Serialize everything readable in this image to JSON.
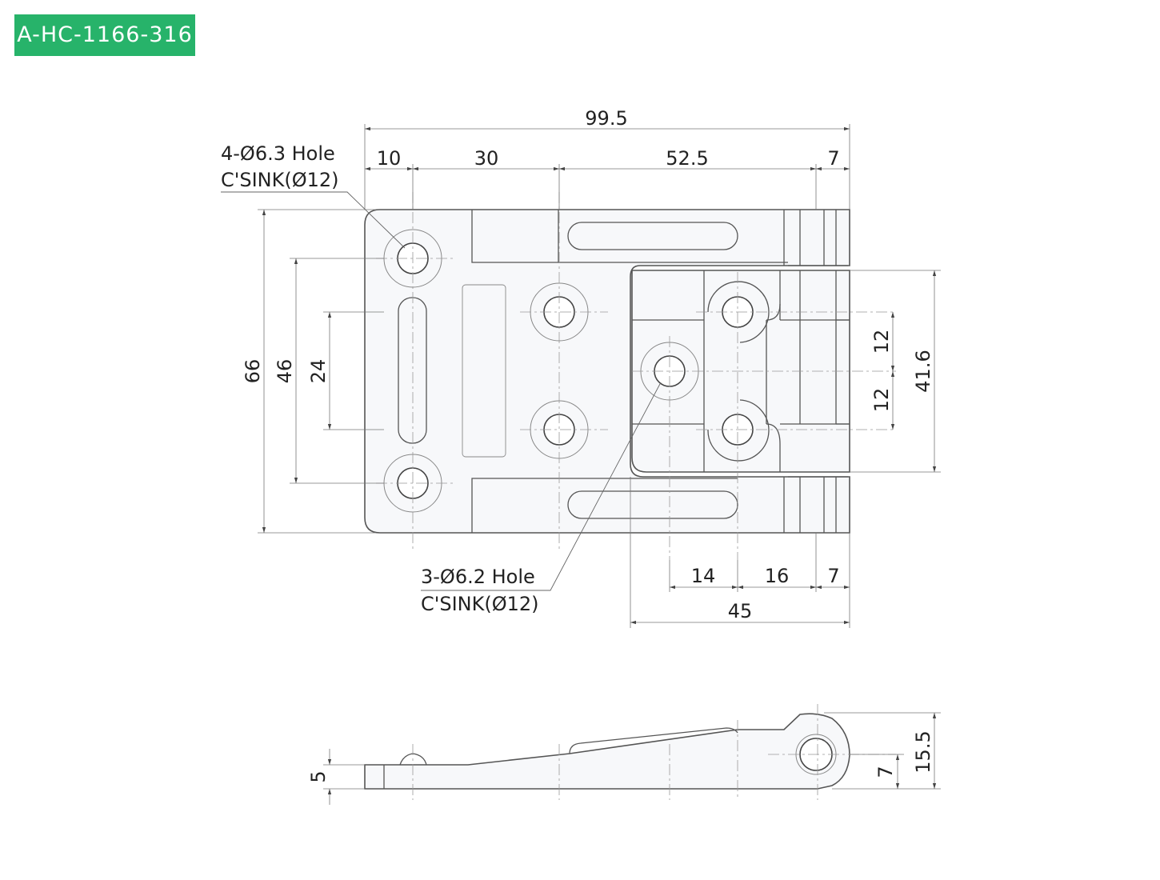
{
  "part_number": "A-HC-1166-316",
  "colors": {
    "badge": "#27b36a",
    "line": "#555555"
  },
  "dimensions": {
    "total_width": "99.5",
    "hole_offset": "10",
    "hole_pitch_1": "30",
    "span_2": "52.5",
    "knuckle": "7",
    "total_height": "66",
    "hole_pitch_v": "46",
    "slot_span": "24",
    "leaf_height": "41.6",
    "hole_off_upper": "12",
    "hole_off_lower": "12",
    "leaf_14": "14",
    "leaf_16": "16",
    "leaf_7": "7",
    "leaf_width": "45",
    "thickness": "5",
    "pin_height": "7",
    "side_height": "15.5"
  },
  "callouts": {
    "holes_a_line1": "4-Ø6.3 Hole",
    "holes_a_line2": "C'SINK(Ø12)",
    "holes_b_line1": "3-Ø6.2 Hole",
    "holes_b_line2": "C'SINK(Ø12)"
  }
}
